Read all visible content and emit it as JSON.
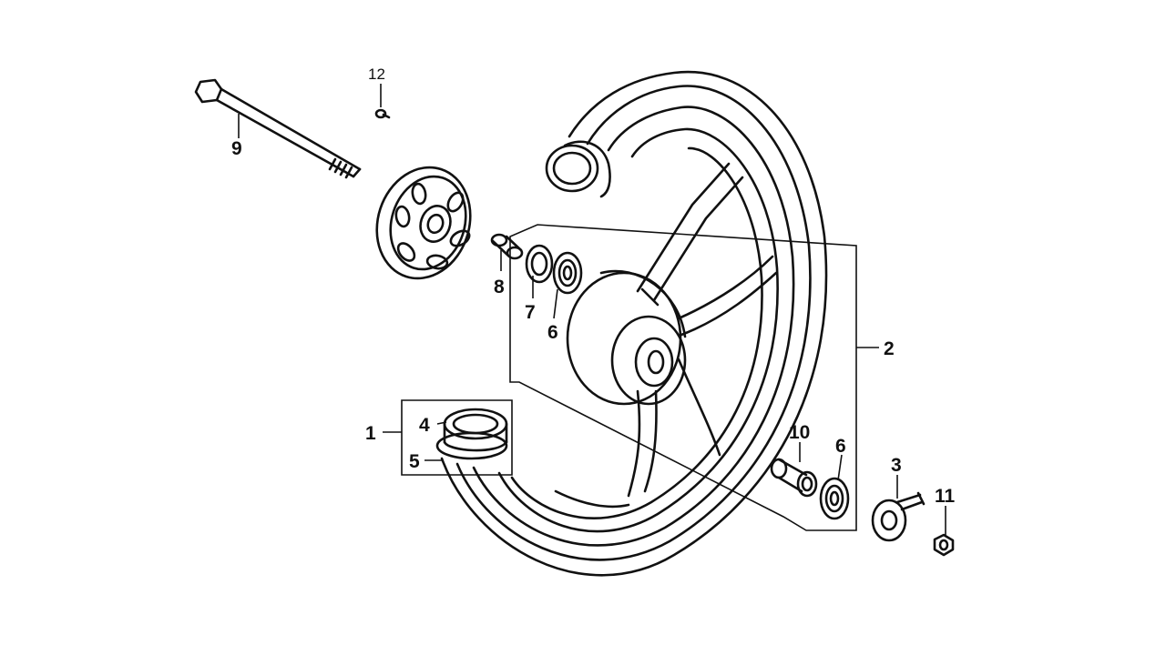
{
  "diagram": {
    "part_labels": {
      "p1": "1",
      "p2": "2",
      "p3": "3",
      "p4": "4",
      "p5": "5",
      "p6a": "6",
      "p6b": "6",
      "p7": "7",
      "p8": "8",
      "p9": "9",
      "p10": "10",
      "p11": "11",
      "p12": "12"
    },
    "colors": {
      "ink": "#111111",
      "paper": "#ffffff"
    }
  }
}
